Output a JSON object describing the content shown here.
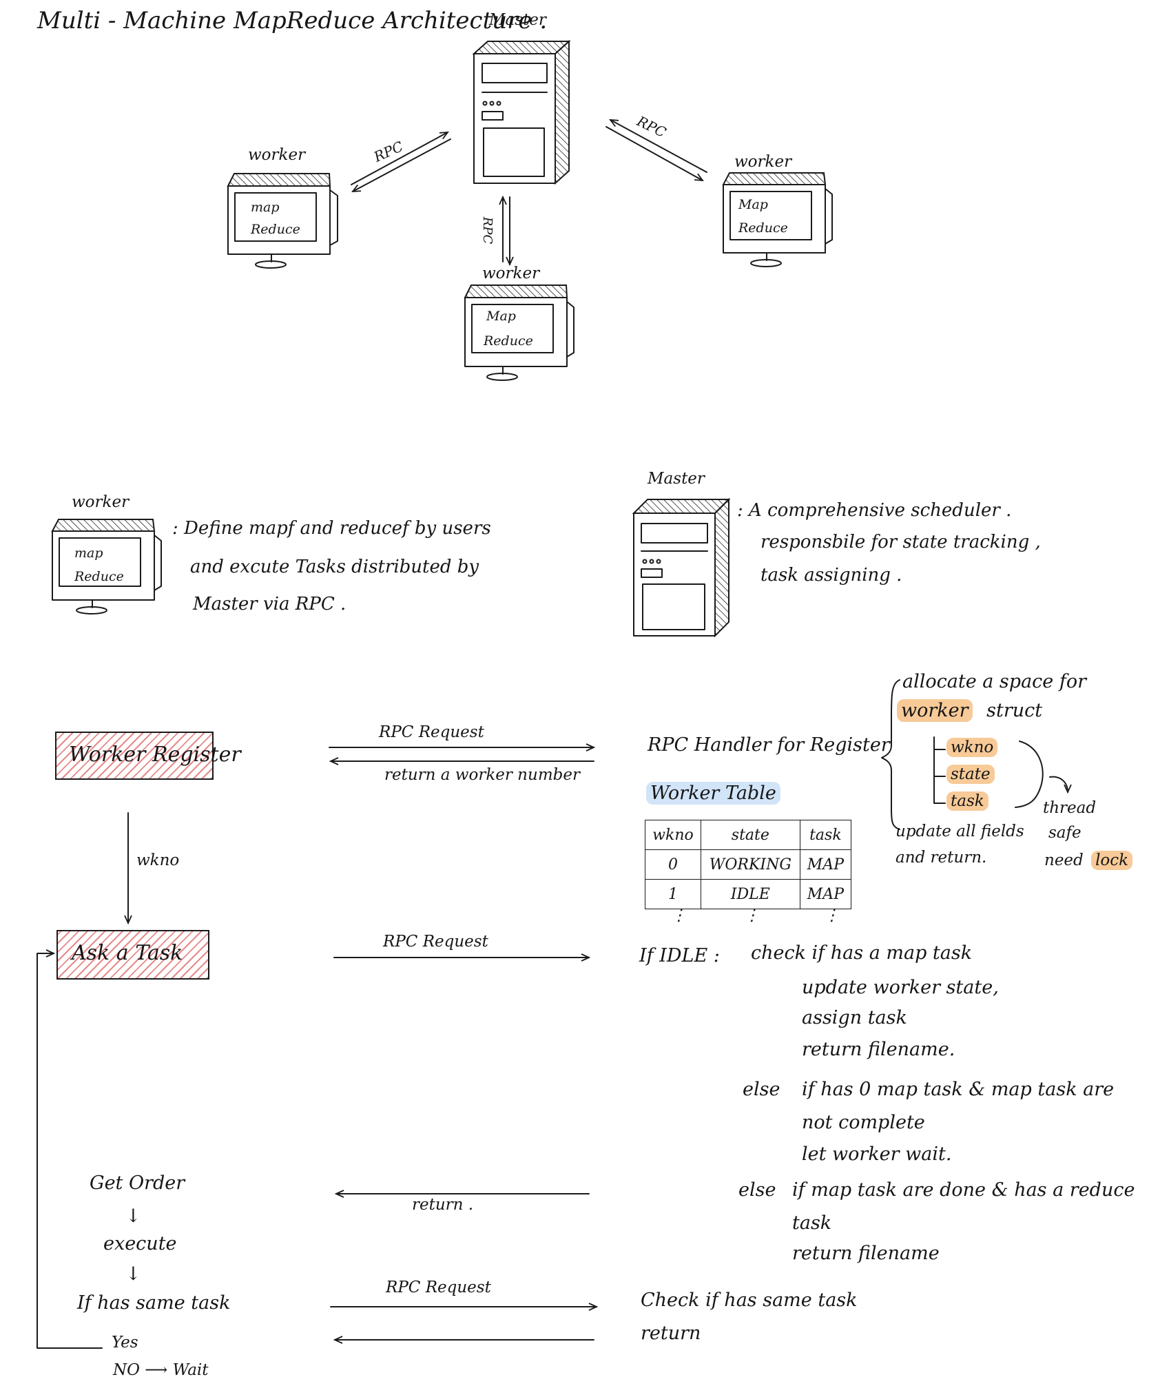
{
  "title": "Multi - Machine MapReduce Architecture .",
  "arch": {
    "master_label": "Master",
    "workers": [
      {
        "label": "worker",
        "line1": "map",
        "line2": "Reduce"
      },
      {
        "label": "worker",
        "line1": "Map",
        "line2": "Reduce"
      },
      {
        "label": "worker",
        "line1": "Map",
        "line2": "Reduce"
      }
    ],
    "rpc_labels": [
      "RPC",
      "RPC",
      "RPC"
    ]
  },
  "legend": {
    "worker_label": "worker",
    "worker_line1": "map",
    "worker_line2": "Reduce",
    "worker_desc": [
      ": Define mapf and reducef by users",
      "and excute Tasks distributed by",
      "Master via RPC ."
    ],
    "master_label": "Master",
    "master_desc": [
      ": A comprehensive scheduler .",
      "responsbile for state tracking ,",
      "task assigning ."
    ]
  },
  "flow": {
    "register_box": "Worker Register",
    "register_req": "RPC Request",
    "register_ret": "return a worker number",
    "handler_title": "RPC Handler for Register",
    "worker_table_label": "Worker Table",
    "brace": {
      "line1": "allocate a space for",
      "hl_worker": "worker",
      "struct": "struct",
      "fields": [
        "wkno",
        "state",
        "task"
      ],
      "update1": "update all fields",
      "update2": "and return.",
      "thread1": "thread",
      "thread2": "safe",
      "thread3": "need",
      "hl_lock": "lock"
    },
    "table": {
      "headers": [
        "wkno",
        "state",
        "task"
      ],
      "rows": [
        [
          "0",
          "WORKING",
          "MAP"
        ],
        [
          "1",
          "IDLE",
          "MAP"
        ]
      ],
      "dots": [
        "⋮",
        "⋮",
        "⋮"
      ]
    },
    "wkno_label": "wkno",
    "ask_box": "Ask a Task",
    "ask_req": "RPC Request",
    "if_idle": "If IDLE :",
    "check_map": "check if has a map task",
    "update_state": "update worker state,",
    "assign_task": "assign task",
    "return_filename": "return filename.",
    "else1": "else",
    "else1_text1": "if has 0 map task & map task are",
    "else1_text2": "not complete",
    "else1_text3": "let worker wait.",
    "else2": "else",
    "else2_text1": "if map task are done & has a reduce",
    "else2_text2": "task",
    "else2_text3": "return filename",
    "get_order": "Get Order",
    "return_label": "return .",
    "down_arrow": "↓",
    "execute": "execute",
    "if_same": "If has same task",
    "yes": "Yes",
    "no_wait": "NO ⟶ Wait",
    "final_req": "RPC Request",
    "check_same": "Check if has same task",
    "final_return": "return"
  }
}
